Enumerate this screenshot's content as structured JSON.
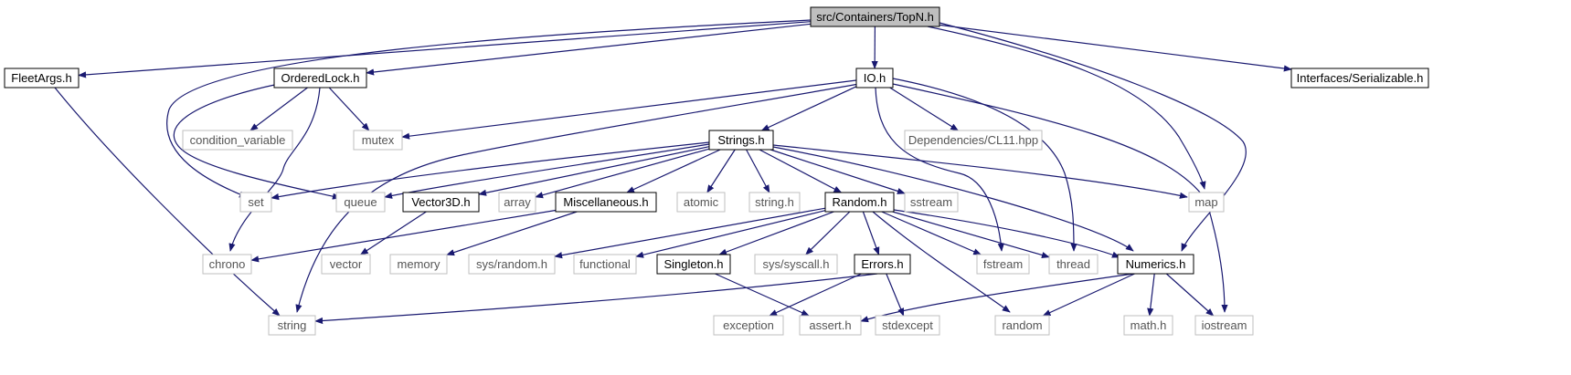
{
  "diagram": {
    "nodes": [
      {
        "id": "topn",
        "label": "src/Containers/TopN.h",
        "style": "root"
      },
      {
        "id": "fleetargs",
        "label": "FleetArgs.h",
        "style": "file"
      },
      {
        "id": "orderedlock",
        "label": "OrderedLock.h",
        "style": "file"
      },
      {
        "id": "io",
        "label": "IO.h",
        "style": "file"
      },
      {
        "id": "serializable",
        "label": "Interfaces/Serializable.h",
        "style": "file"
      },
      {
        "id": "condvar",
        "label": "condition_variable",
        "style": "system"
      },
      {
        "id": "mutex",
        "label": "mutex",
        "style": "system"
      },
      {
        "id": "cl11",
        "label": "Dependencies/CL11.hpp",
        "style": "system"
      },
      {
        "id": "strings",
        "label": "Strings.h",
        "style": "file"
      },
      {
        "id": "set",
        "label": "set",
        "style": "system"
      },
      {
        "id": "queue",
        "label": "queue",
        "style": "system"
      },
      {
        "id": "vector3d",
        "label": "Vector3D.h",
        "style": "file"
      },
      {
        "id": "array",
        "label": "array",
        "style": "system"
      },
      {
        "id": "misc",
        "label": "Miscellaneous.h",
        "style": "file"
      },
      {
        "id": "atomic",
        "label": "atomic",
        "style": "system"
      },
      {
        "id": "stringh",
        "label": "string.h",
        "style": "system"
      },
      {
        "id": "random_h",
        "label": "Random.h",
        "style": "file"
      },
      {
        "id": "sstream",
        "label": "sstream",
        "style": "system"
      },
      {
        "id": "map",
        "label": "map",
        "style": "system"
      },
      {
        "id": "chrono",
        "label": "chrono",
        "style": "system"
      },
      {
        "id": "vector",
        "label": "vector",
        "style": "system"
      },
      {
        "id": "memory",
        "label": "memory",
        "style": "system"
      },
      {
        "id": "sysrandom",
        "label": "sys/random.h",
        "style": "system"
      },
      {
        "id": "functional",
        "label": "functional",
        "style": "system"
      },
      {
        "id": "singleton",
        "label": "Singleton.h",
        "style": "file"
      },
      {
        "id": "syssyscall",
        "label": "sys/syscall.h",
        "style": "system"
      },
      {
        "id": "errors",
        "label": "Errors.h",
        "style": "file"
      },
      {
        "id": "fstream",
        "label": "fstream",
        "style": "system"
      },
      {
        "id": "thread",
        "label": "thread",
        "style": "system"
      },
      {
        "id": "numerics",
        "label": "Numerics.h",
        "style": "file"
      },
      {
        "id": "string",
        "label": "string",
        "style": "system"
      },
      {
        "id": "exception",
        "label": "exception",
        "style": "system"
      },
      {
        "id": "asserth",
        "label": "assert.h",
        "style": "system"
      },
      {
        "id": "stdexcept",
        "label": "stdexcept",
        "style": "system"
      },
      {
        "id": "random",
        "label": "random",
        "style": "system"
      },
      {
        "id": "mathh",
        "label": "math.h",
        "style": "system"
      },
      {
        "id": "iostream",
        "label": "iostream",
        "style": "system"
      }
    ],
    "edges": [
      {
        "from": "topn",
        "to": "fleetargs"
      },
      {
        "from": "topn",
        "to": "orderedlock"
      },
      {
        "from": "topn",
        "to": "io"
      },
      {
        "from": "topn",
        "to": "serializable"
      },
      {
        "from": "topn",
        "to": "set"
      },
      {
        "from": "topn",
        "to": "map"
      },
      {
        "from": "topn",
        "to": "numerics"
      },
      {
        "from": "fleetargs",
        "to": "string"
      },
      {
        "from": "orderedlock",
        "to": "condvar"
      },
      {
        "from": "orderedlock",
        "to": "mutex"
      },
      {
        "from": "orderedlock",
        "to": "chrono"
      },
      {
        "from": "orderedlock",
        "to": "queue"
      },
      {
        "from": "io",
        "to": "mutex"
      },
      {
        "from": "io",
        "to": "strings"
      },
      {
        "from": "io",
        "to": "cl11"
      },
      {
        "from": "io",
        "to": "string"
      },
      {
        "from": "io",
        "to": "fstream"
      },
      {
        "from": "io",
        "to": "thread"
      },
      {
        "from": "io",
        "to": "iostream"
      },
      {
        "from": "strings",
        "to": "set"
      },
      {
        "from": "strings",
        "to": "queue"
      },
      {
        "from": "strings",
        "to": "vector3d"
      },
      {
        "from": "strings",
        "to": "array"
      },
      {
        "from": "strings",
        "to": "misc"
      },
      {
        "from": "strings",
        "to": "atomic"
      },
      {
        "from": "strings",
        "to": "stringh"
      },
      {
        "from": "strings",
        "to": "random_h"
      },
      {
        "from": "strings",
        "to": "sstream"
      },
      {
        "from": "strings",
        "to": "map"
      },
      {
        "from": "strings",
        "to": "numerics"
      },
      {
        "from": "vector3d",
        "to": "vector"
      },
      {
        "from": "misc",
        "to": "chrono"
      },
      {
        "from": "misc",
        "to": "memory"
      },
      {
        "from": "random_h",
        "to": "sysrandom"
      },
      {
        "from": "random_h",
        "to": "functional"
      },
      {
        "from": "random_h",
        "to": "singleton"
      },
      {
        "from": "random_h",
        "to": "syssyscall"
      },
      {
        "from": "random_h",
        "to": "errors"
      },
      {
        "from": "random_h",
        "to": "fstream"
      },
      {
        "from": "random_h",
        "to": "thread"
      },
      {
        "from": "random_h",
        "to": "numerics"
      },
      {
        "from": "random_h",
        "to": "random"
      },
      {
        "from": "singleton",
        "to": "asserth"
      },
      {
        "from": "errors",
        "to": "string"
      },
      {
        "from": "errors",
        "to": "exception"
      },
      {
        "from": "errors",
        "to": "stdexcept"
      },
      {
        "from": "numerics",
        "to": "asserth"
      },
      {
        "from": "numerics",
        "to": "random"
      },
      {
        "from": "numerics",
        "to": "mathh"
      },
      {
        "from": "numerics",
        "to": "iostream"
      }
    ],
    "colors": {
      "edge": "#191970",
      "file_border": "#000000",
      "system_border": "#bfbfbf",
      "system_text": "#555555",
      "root_fill": "#bfbfbf",
      "text": "#000000"
    }
  }
}
